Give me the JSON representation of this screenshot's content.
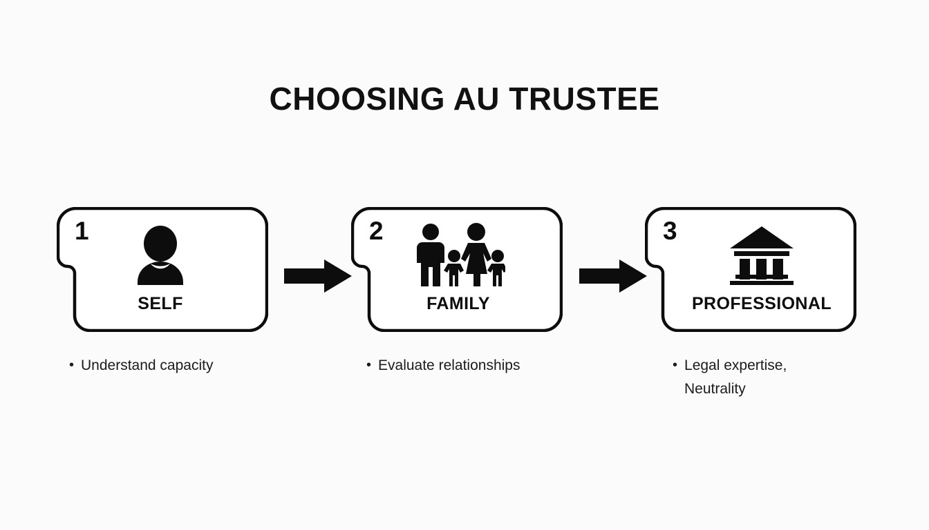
{
  "title": "CHOOSING AU TRUSTEE",
  "theme": {
    "background": "#fbfbfb",
    "ink": "#111111",
    "stroke": "#0d0d0d"
  },
  "steps": [
    {
      "number": "1",
      "label": "SELF",
      "icon": "person-icon",
      "bullets": [
        "Understand capacity"
      ]
    },
    {
      "number": "2",
      "label": "FAMILY",
      "icon": "family-icon",
      "bullets": [
        "Evaluate relationships"
      ]
    },
    {
      "number": "3",
      "label": "PROFESSIONAL",
      "icon": "bank-icon",
      "bullets": [
        "Legal expertise, Neutrality"
      ]
    }
  ],
  "bullet_marker": "•",
  "arrows": [
    {
      "name": "arrow-step1-to-step2",
      "direction": "right"
    },
    {
      "name": "arrow-step2-to-step3",
      "direction": "right"
    }
  ]
}
